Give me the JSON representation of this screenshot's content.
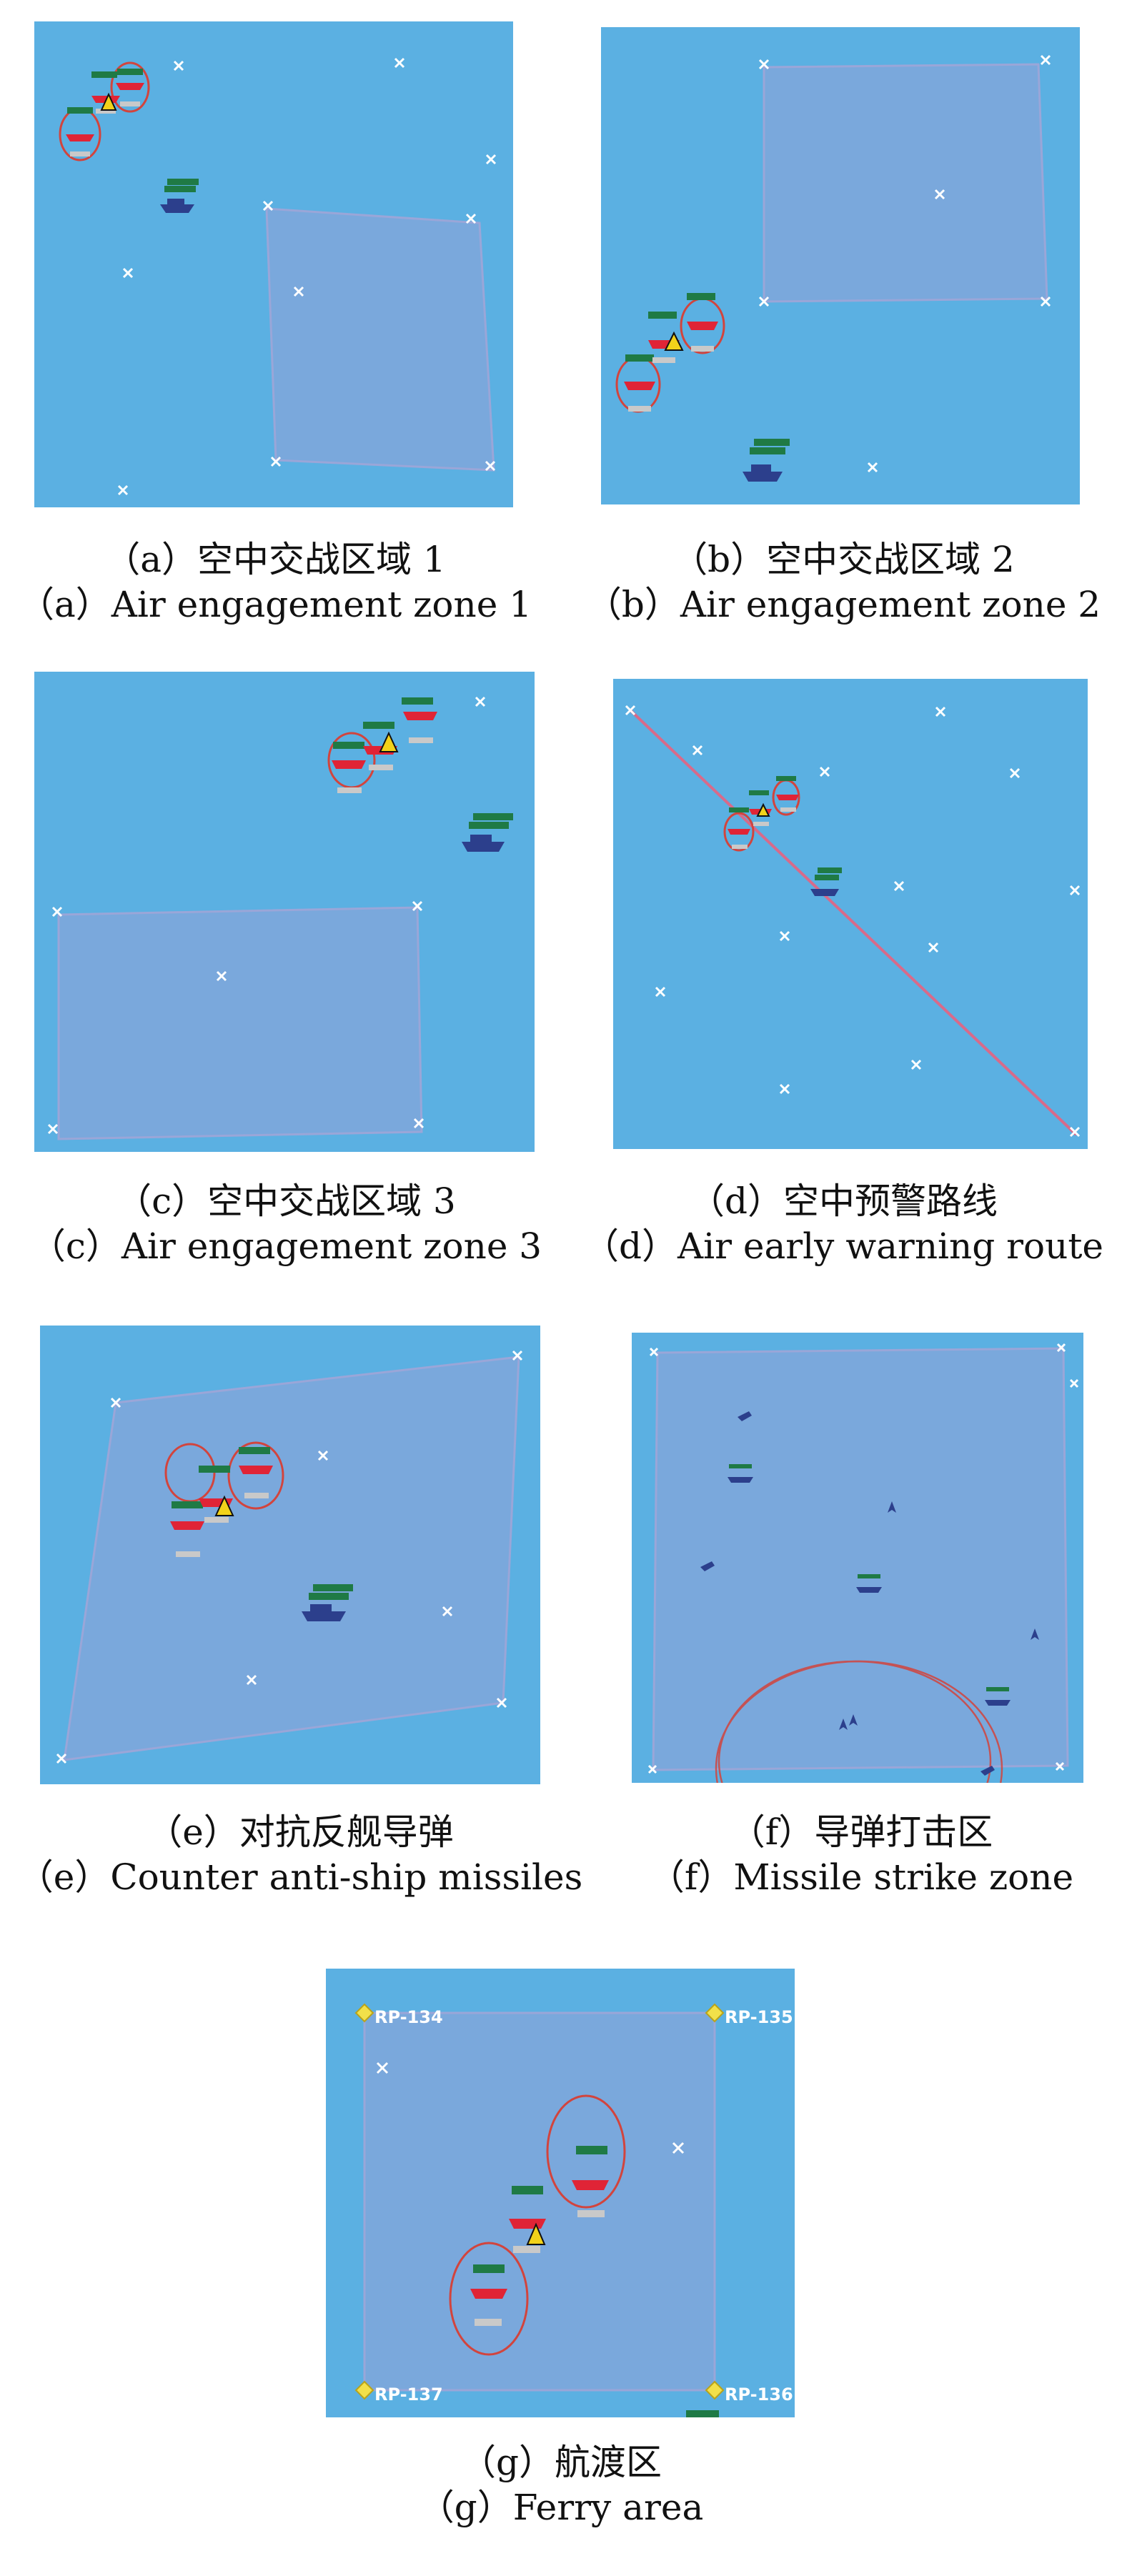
{
  "figure": {
    "panels": [
      {
        "id": "a",
        "caption_cn": "（a）空中交战区域 1",
        "caption_en": "（a）Air engagement zone 1"
      },
      {
        "id": "b",
        "caption_cn": "（b）空中交战区域 2",
        "caption_en": "（b）Air engagement zone 2"
      },
      {
        "id": "c",
        "caption_cn": "（c）空中交战区域 3",
        "caption_en": "（c）Air engagement zone 3"
      },
      {
        "id": "d",
        "caption_cn": "（d）空中预警路线",
        "caption_en": "（d）Air early warning route"
      },
      {
        "id": "e",
        "caption_cn": "（e）对抗反舰导弹",
        "caption_en": "（e）Counter anti-ship missiles"
      },
      {
        "id": "f",
        "caption_cn": "（f）导弹打击区",
        "caption_en": "（f）Missile strike zone"
      },
      {
        "id": "g",
        "caption_cn": "（g）航渡区",
        "caption_en": "（g）Ferry area",
        "reference_points": [
          "RP-134",
          "RP-135",
          "RP-137",
          "RP-136"
        ]
      }
    ],
    "colors": {
      "sea": "#5bb0e2",
      "zone_fill": "#7aa8dc",
      "zone_border": "#9aa6d8",
      "friendly_ship": "#e02436",
      "hostile_ship": "#2c3f8c",
      "status_bar": "#1f7a45",
      "marker": "#ffffff",
      "warning_triangle": "#f2d21a",
      "route_line": "#d86a8a"
    }
  }
}
